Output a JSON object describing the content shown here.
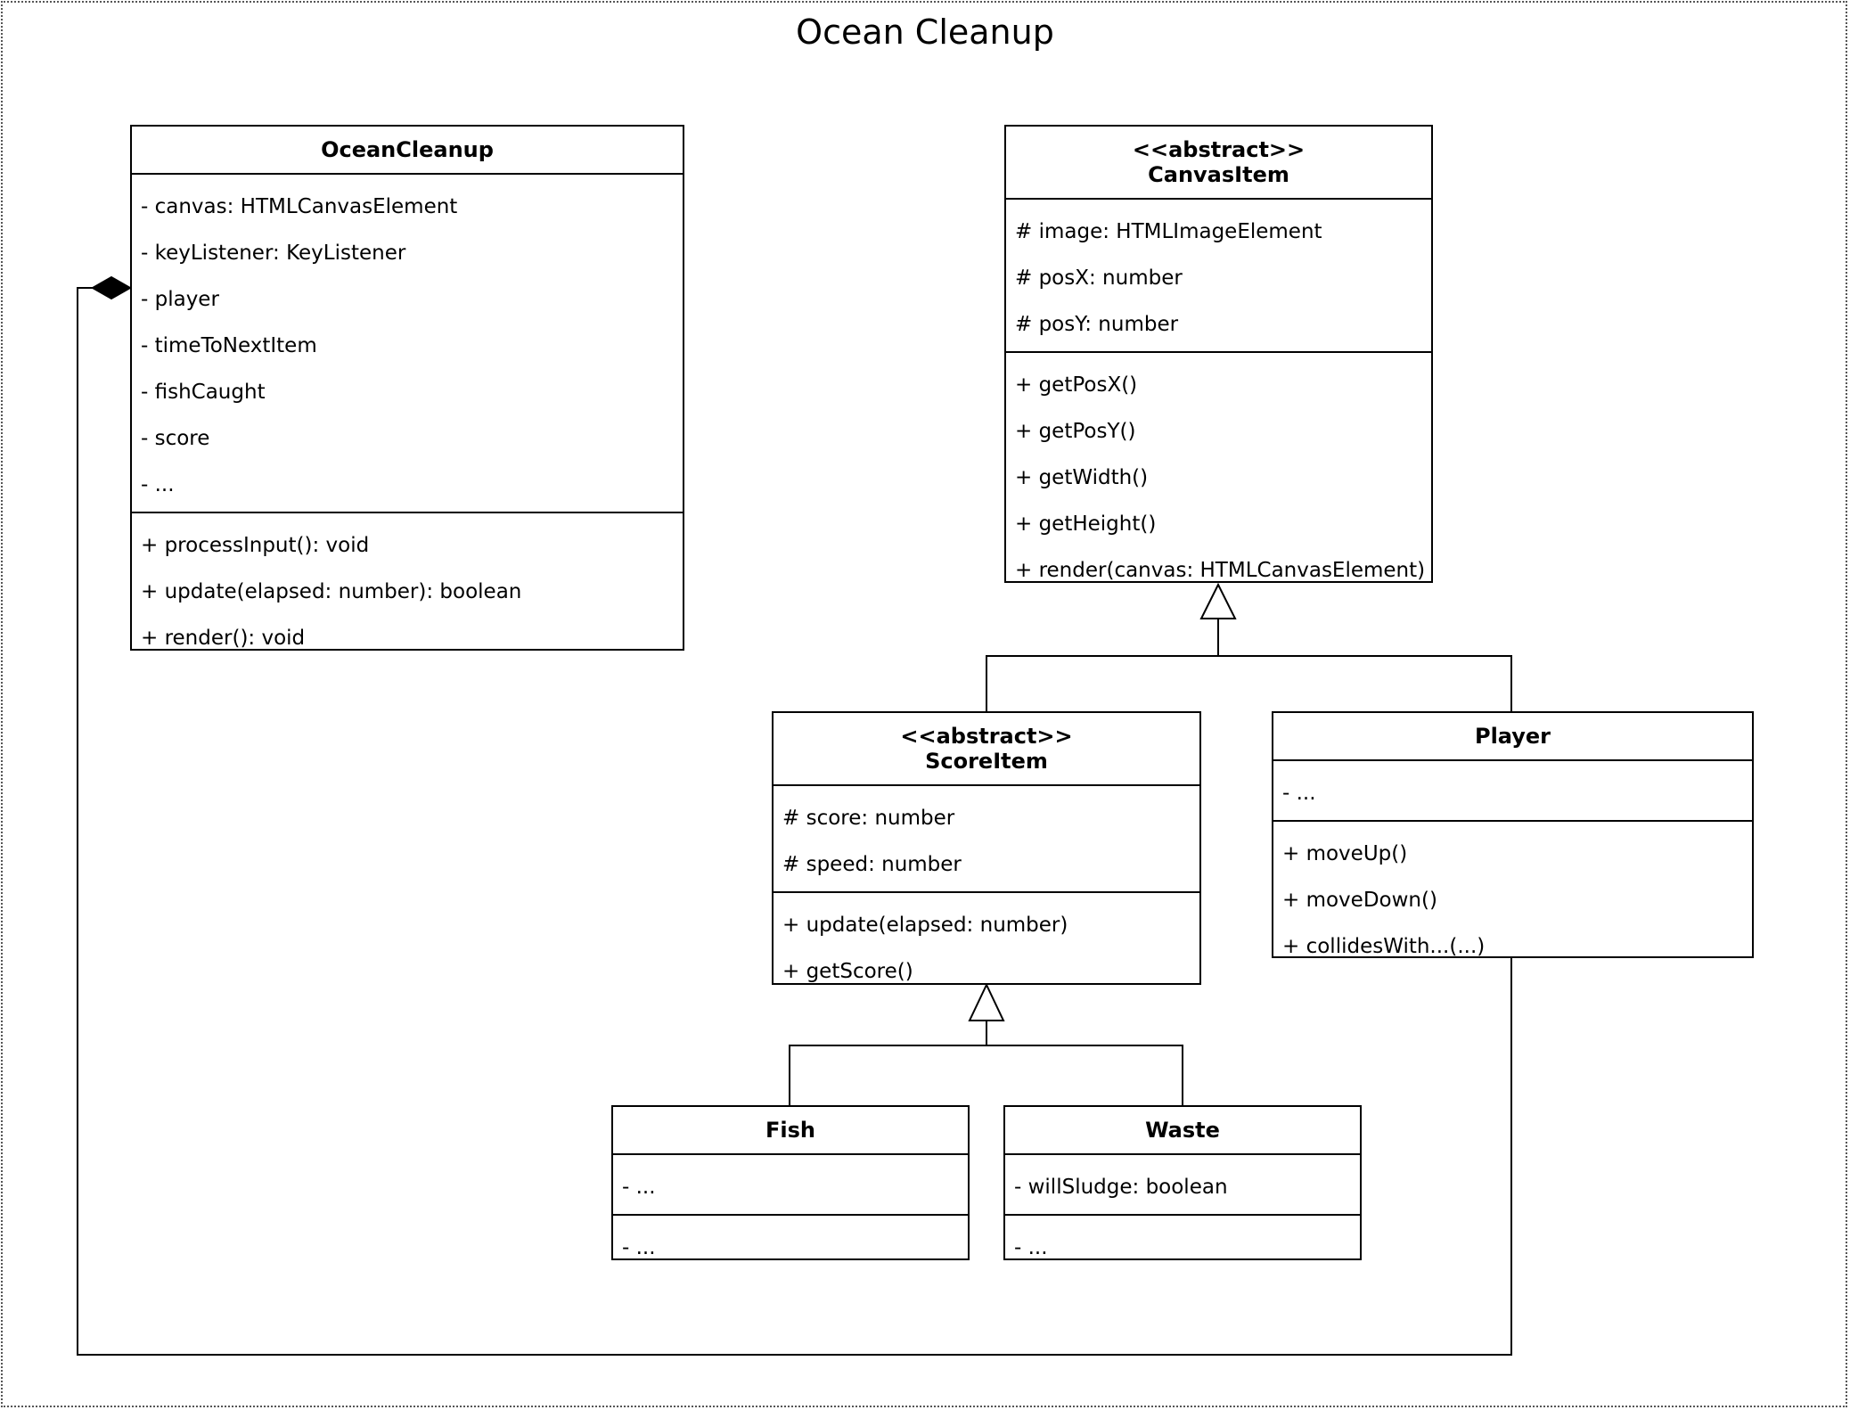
{
  "diagram": {
    "title": "Ocean Cleanup",
    "classes": {
      "ocean_cleanup": {
        "name": "OceanCleanup",
        "attributes": [
          "- canvas: HTMLCanvasElement",
          "- keyListener: KeyListener",
          "- player",
          "- timeToNextItem",
          "- fishCaught",
          "- score",
          "- ..."
        ],
        "methods": [
          "+ processInput(): void",
          "+ update(elapsed: number): boolean",
          "+ render(): void"
        ]
      },
      "canvas_item": {
        "stereotype": "<<abstract>>",
        "name": "CanvasItem",
        "attributes": [
          "# image: HTMLImageElement",
          "# posX: number",
          "# posY: number"
        ],
        "methods": [
          "+ getPosX()",
          "+ getPosY()",
          "+ getWidth()",
          "+ getHeight()",
          "+ render(canvas: HTMLCanvasElement)"
        ]
      },
      "score_item": {
        "stereotype": "<<abstract>>",
        "name": "ScoreItem",
        "attributes": [
          "# score: number",
          "# speed: number"
        ],
        "methods": [
          "+ update(elapsed: number)",
          "+ getScore()"
        ]
      },
      "player": {
        "name": "Player",
        "attributes": [
          "- ..."
        ],
        "methods": [
          "+ moveUp()",
          "+ moveDown()",
          "+ collidesWith...(...)"
        ]
      },
      "fish": {
        "name": "Fish",
        "attributes": [
          "- ..."
        ],
        "methods": [
          "- ..."
        ]
      },
      "waste": {
        "name": "Waste",
        "attributes": [
          "- willSludge: boolean"
        ],
        "methods": [
          "- ..."
        ]
      }
    },
    "relationships": [
      {
        "type": "composition",
        "whole": "OceanCleanup",
        "part": "Player",
        "at_member": "- player"
      },
      {
        "type": "generalization",
        "child": "ScoreItem",
        "parent": "CanvasItem"
      },
      {
        "type": "generalization",
        "child": "Player",
        "parent": "CanvasItem"
      },
      {
        "type": "generalization",
        "child": "Fish",
        "parent": "ScoreItem"
      },
      {
        "type": "generalization",
        "child": "Waste",
        "parent": "ScoreItem"
      }
    ]
  }
}
